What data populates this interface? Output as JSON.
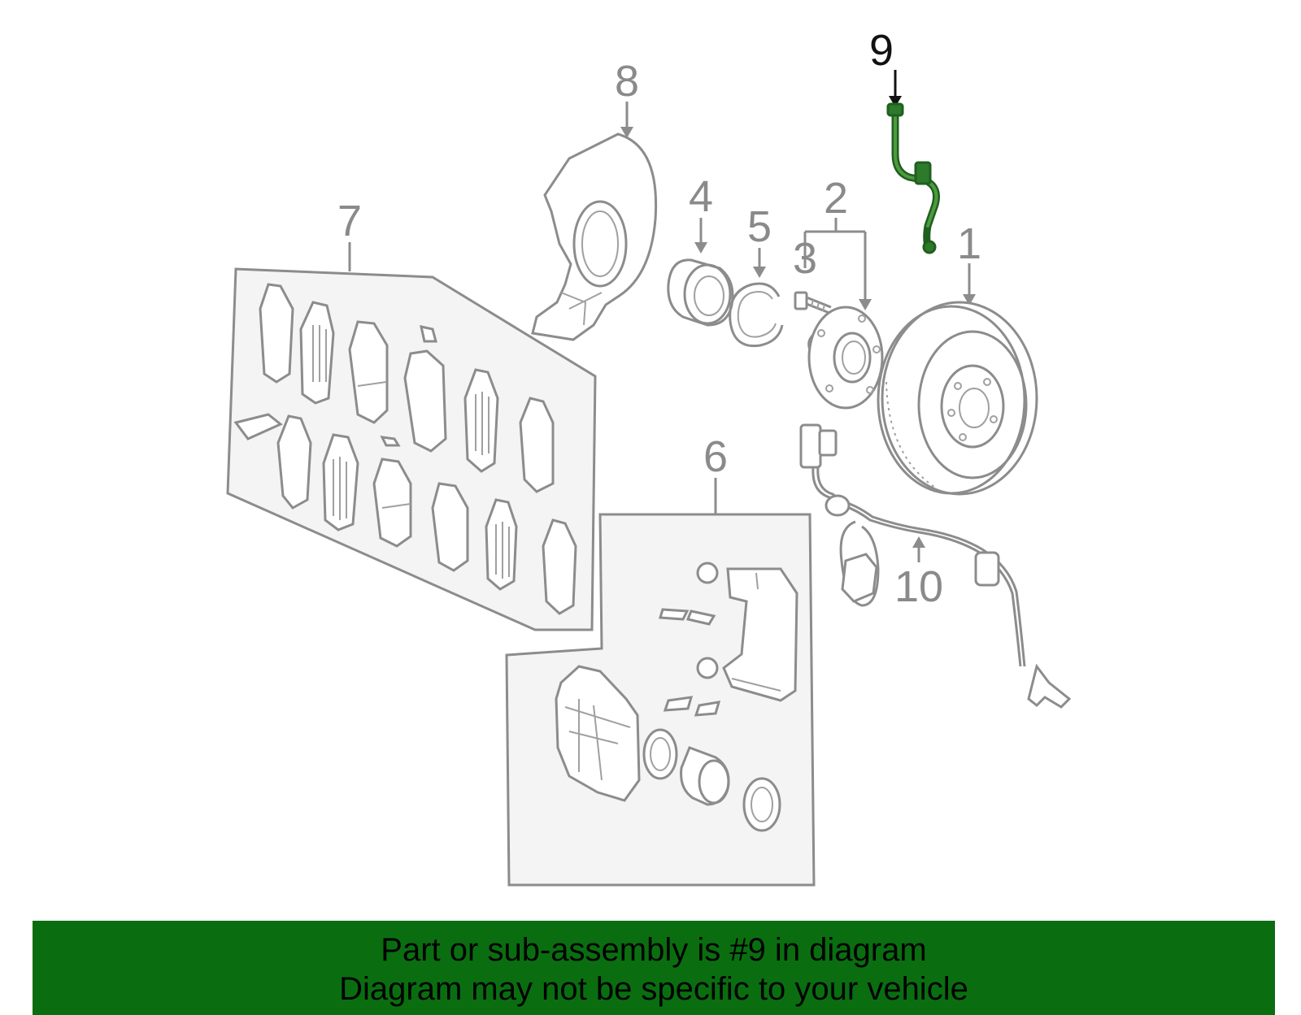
{
  "callouts": {
    "c1": "1",
    "c2": "2",
    "c3": "3",
    "c4": "4",
    "c5": "5",
    "c6": "6",
    "c7": "7",
    "c8": "8",
    "c9": "9",
    "c10": "10"
  },
  "highlighted_part": "9",
  "colors": {
    "highlight": "#1f5f1f",
    "banner": "#0a6e10",
    "outline": "#8c8c8c"
  },
  "banner": {
    "line1": "Part or sub-assembly is #9 in diagram",
    "line2": "Diagram may not be specific to your vehicle"
  }
}
